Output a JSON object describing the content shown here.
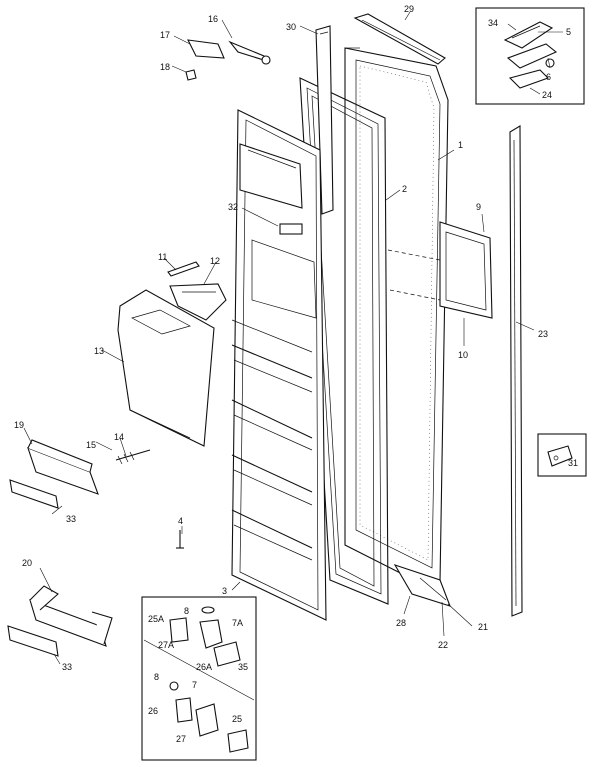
{
  "callouts": {
    "c1": "1",
    "c2": "2",
    "c3": "3",
    "c4": "4",
    "c5": "5",
    "c6": "6",
    "c9": "9",
    "c10": "10",
    "c11": "11",
    "c12": "12",
    "c13": "13",
    "c14": "14",
    "c15": "15",
    "c16": "16",
    "c17": "17",
    "c18": "18",
    "c19": "19",
    "c20": "20",
    "c21": "21",
    "c22": "22",
    "c23": "23",
    "c24": "24",
    "c28": "28",
    "c29": "29",
    "c30": "30",
    "c31": "31",
    "c32": "32",
    "c33a": "33",
    "c33b": "33",
    "c34": "34"
  },
  "inset_hinge": {
    "c8a": "8",
    "c7a": "7A",
    "c25a": "25A",
    "c27a": "27A",
    "c26a": "26A",
    "c35": "35",
    "c8b": "8",
    "c7": "7",
    "c26": "26",
    "c25": "25",
    "c27": "27"
  }
}
